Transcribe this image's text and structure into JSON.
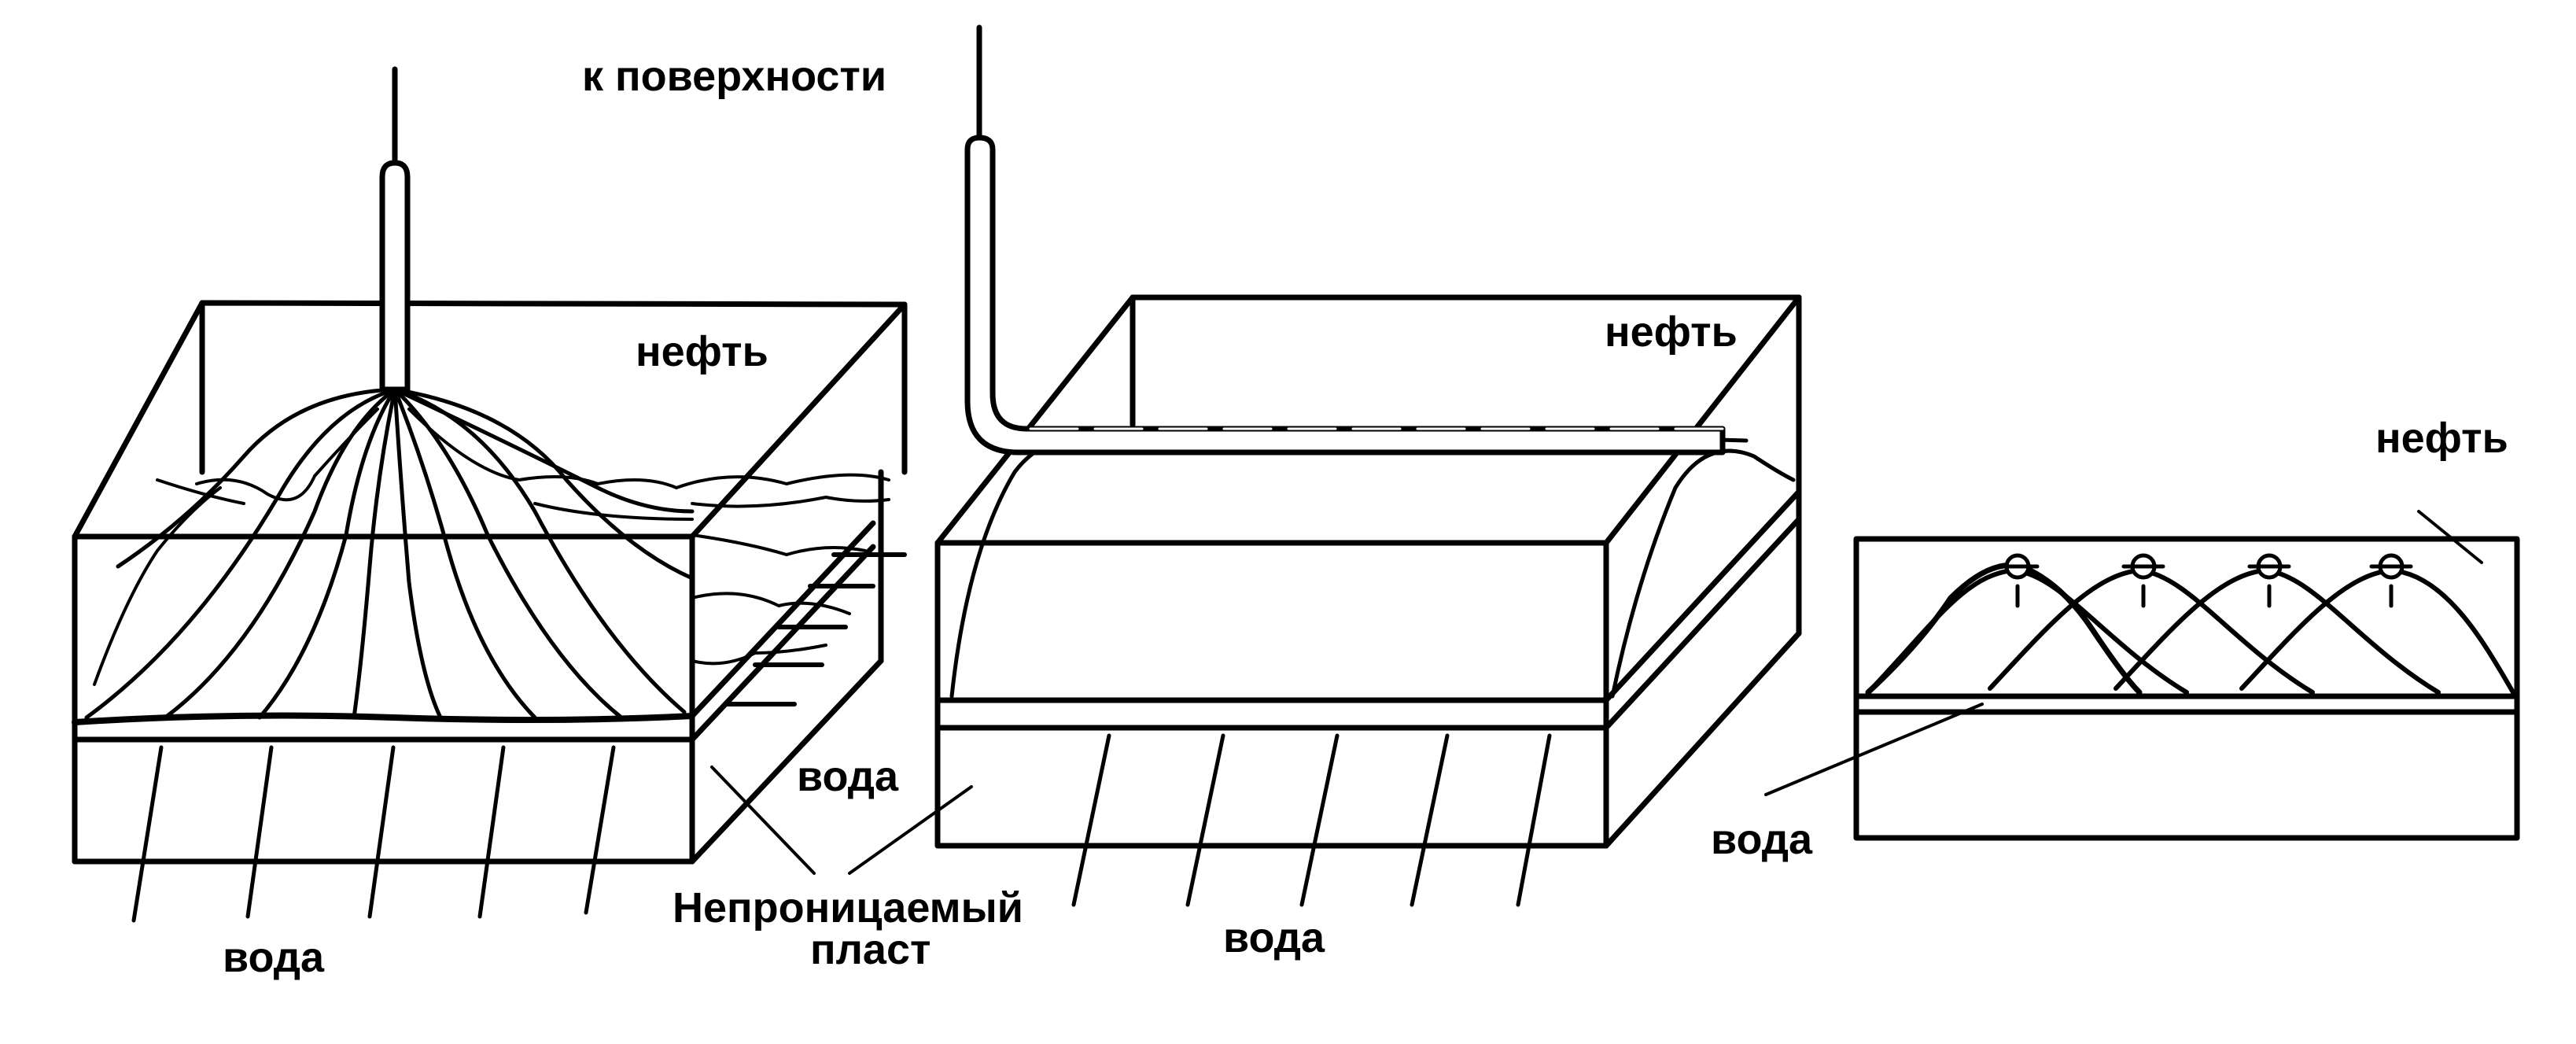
{
  "labels": {
    "to_surface": "к поверхности",
    "oil_1": "нефть",
    "oil_2": "нефть",
    "oil_3": "нефть",
    "water_1": "вода",
    "water_2": "вода",
    "water_3": "вода",
    "water_4": "вода",
    "impermeable_line1": "Непроницаемый",
    "impermeable_line2": "пласт"
  },
  "colors": {
    "ink": "#000000",
    "background": "#ffffff"
  }
}
